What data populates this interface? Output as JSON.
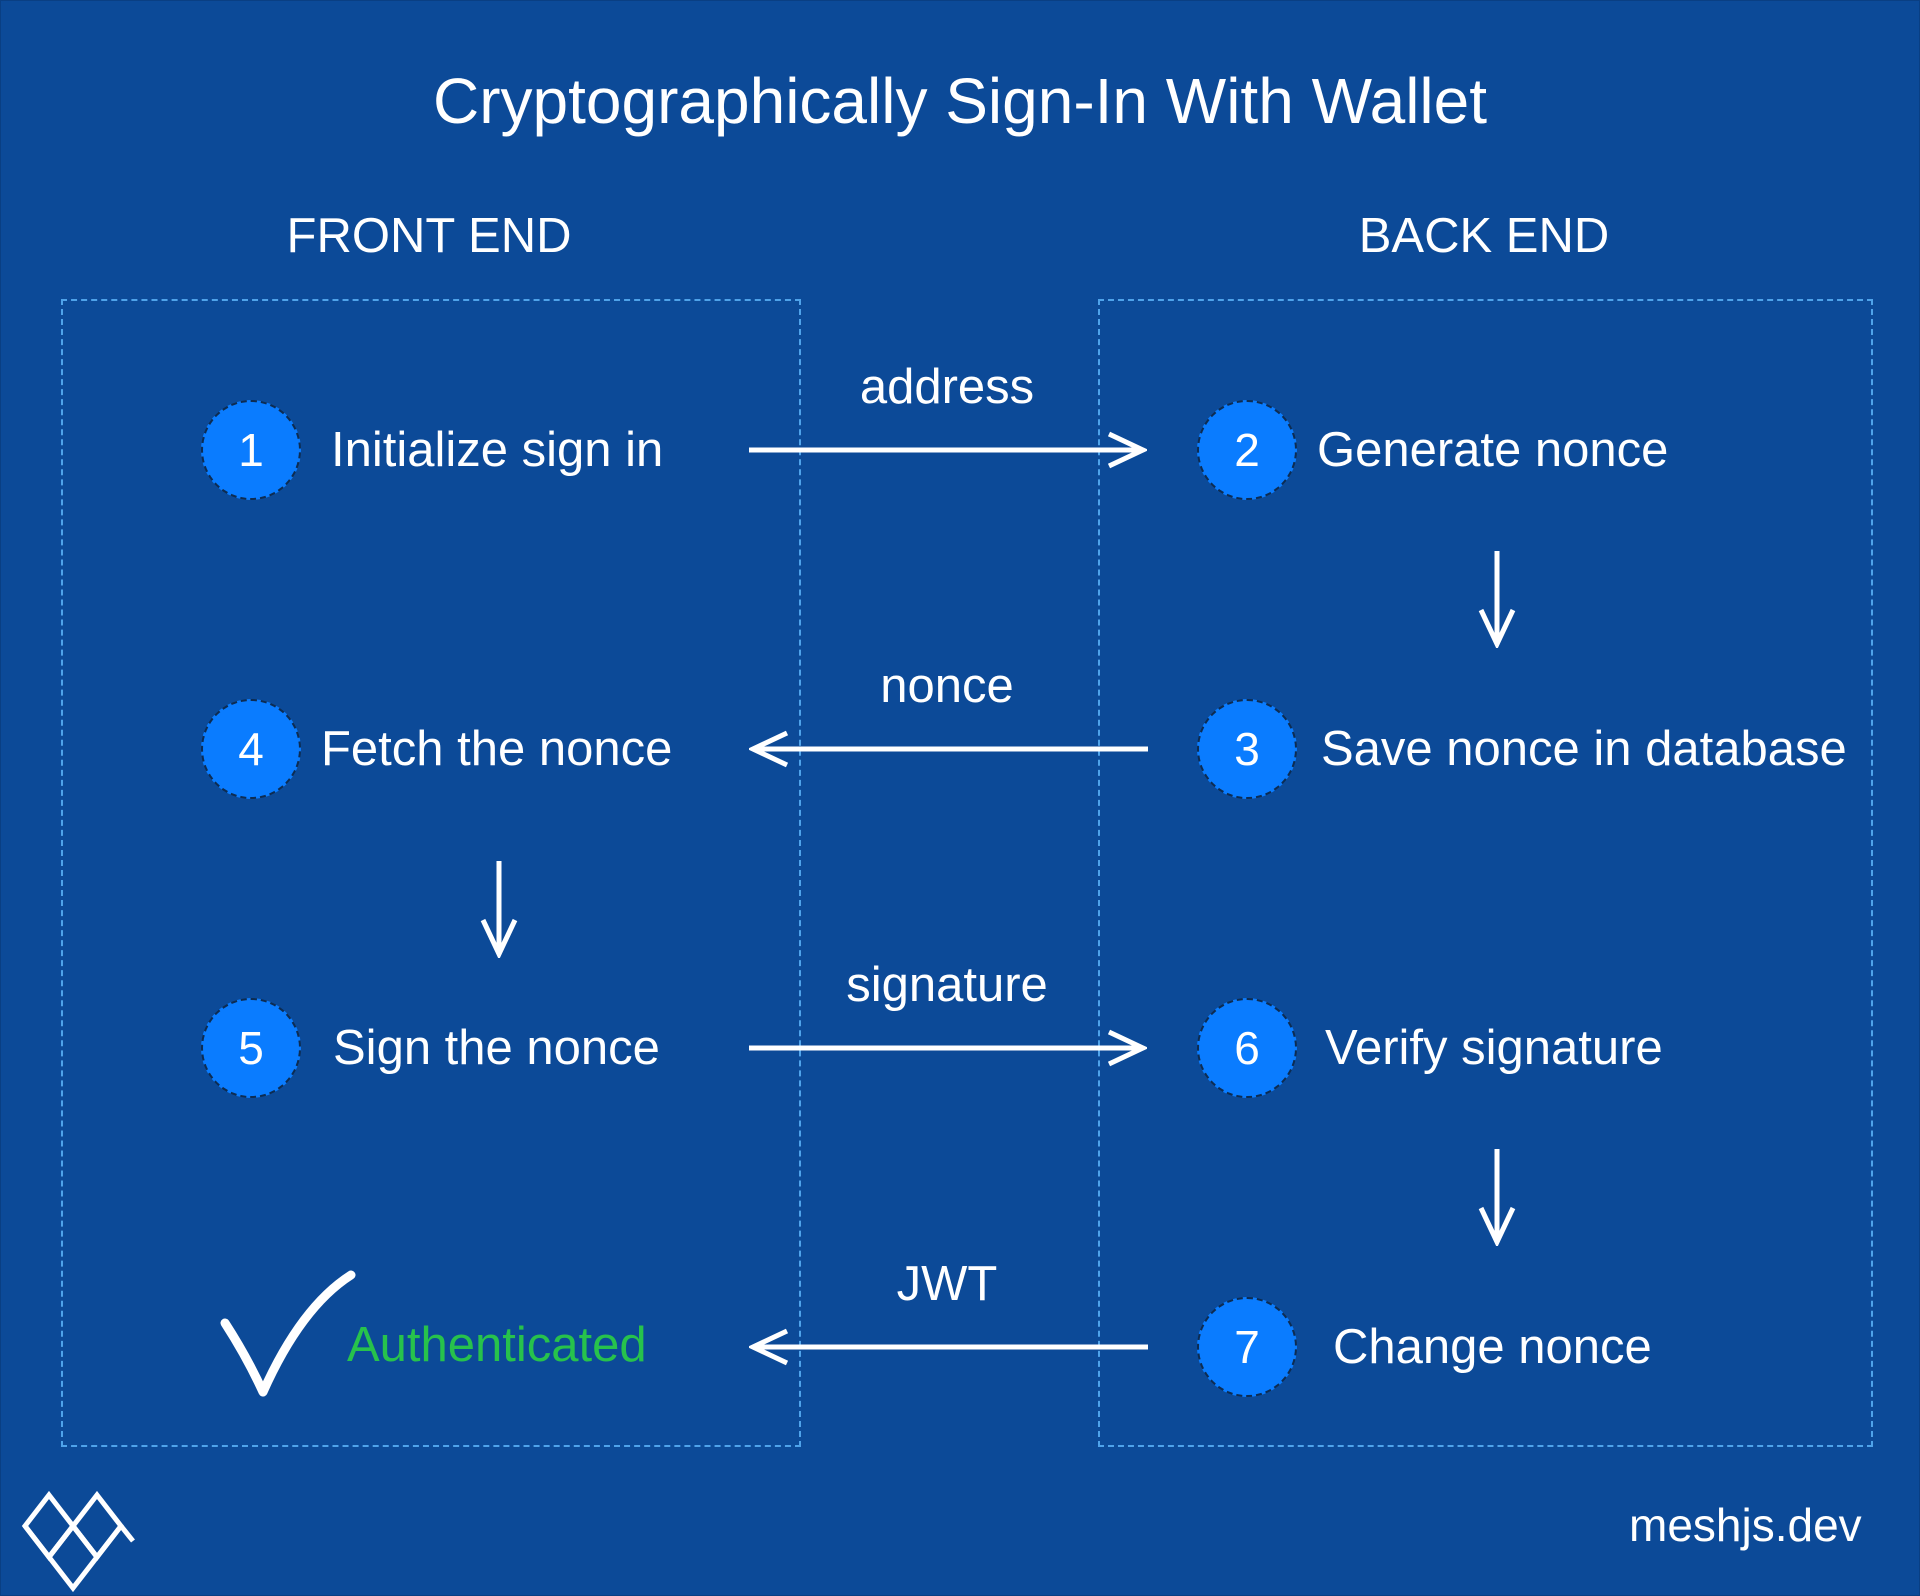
{
  "title": "Cryptographically Sign-In With Wallet",
  "columns": {
    "front_end": "FRONT END",
    "back_end": "BACK END"
  },
  "steps": [
    {
      "number": "1",
      "label": "Initialize sign in"
    },
    {
      "number": "2",
      "label": "Generate nonce"
    },
    {
      "number": "3",
      "label": "Save nonce in database"
    },
    {
      "number": "4",
      "label": "Fetch the nonce"
    },
    {
      "number": "5",
      "label": "Sign the nonce"
    },
    {
      "number": "6",
      "label": "Verify signature"
    },
    {
      "number": "7",
      "label": "Change nonce"
    }
  ],
  "messages": {
    "address": "address",
    "nonce": "nonce",
    "signature": "signature",
    "jwt": "JWT"
  },
  "result": {
    "label": "Authenticated",
    "color": "#27c24c"
  },
  "footer": {
    "site": "meshjs.dev",
    "logo_icon": "mesh-logo-icon"
  },
  "colors": {
    "background": "#0c4a98",
    "badge": "#0a7cff",
    "panel_border": "#4fa3ea",
    "text": "#ffffff"
  }
}
